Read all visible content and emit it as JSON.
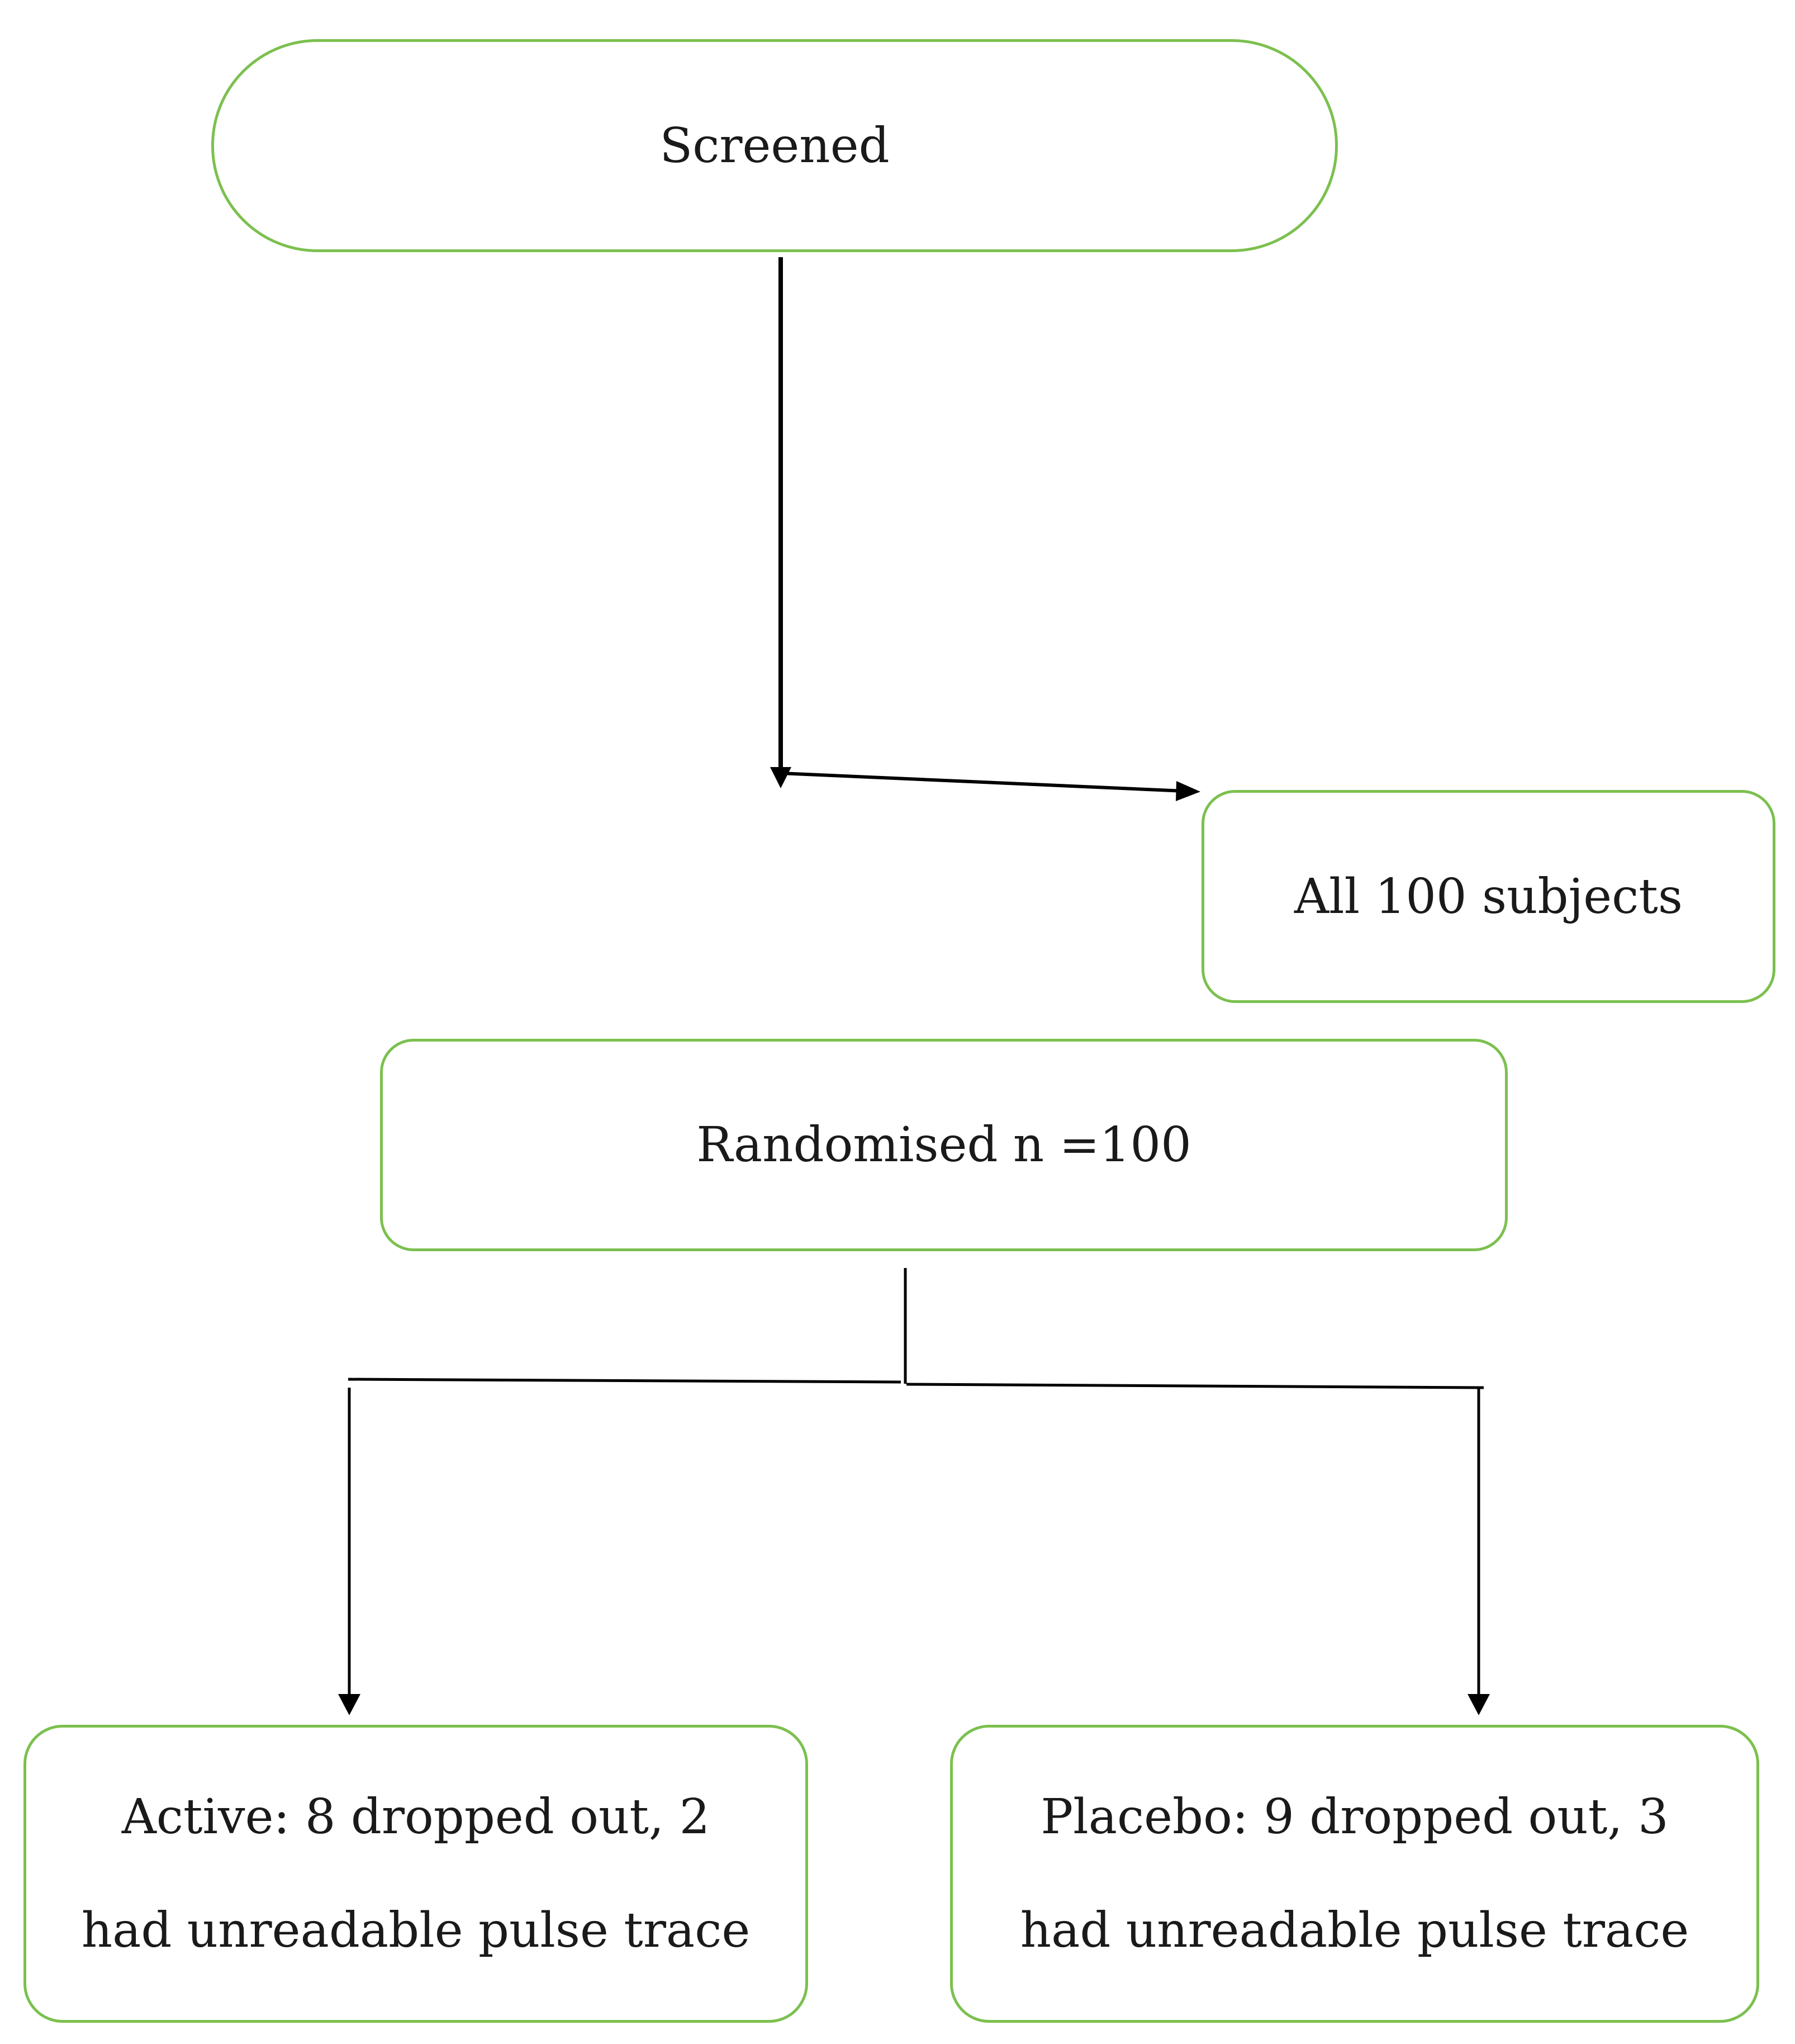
{
  "nodes": {
    "screened": {
      "label": "Screened"
    },
    "all_subjects": {
      "label": "All 100 subjects"
    },
    "randomised": {
      "label": "Randomised n =100"
    },
    "active": {
      "lines": [
        "Active: 8 dropped out, 2",
        "had unreadable pulse trace"
      ]
    },
    "placebo": {
      "lines": [
        "Placebo: 9 dropped out, 3",
        "had unreadable pulse trace"
      ]
    }
  },
  "colors": {
    "box_border": "#7cc04f",
    "connector": "#000000",
    "text": "#1a1a1a"
  }
}
